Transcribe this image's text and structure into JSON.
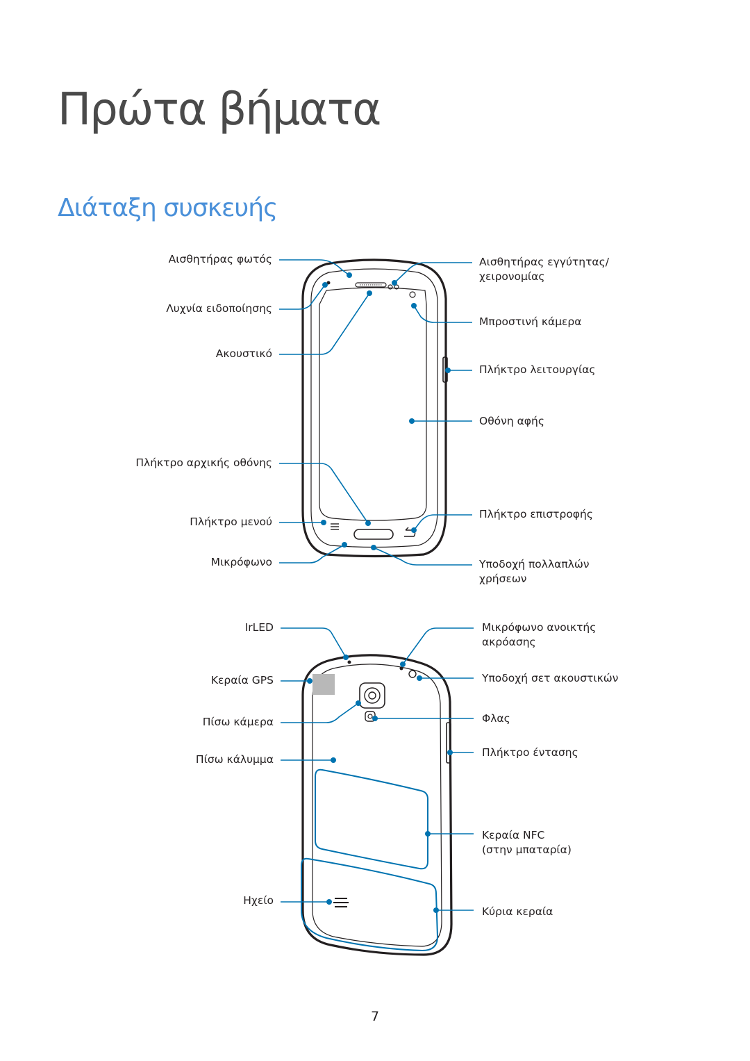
{
  "chapter_title": "Πρώτα βήματα",
  "section_title": "Διάταξη συσκευής",
  "front_labels": {
    "light_sensor": "Αισθητήρας φωτός",
    "notification_led": "Λυχνία ειδοποίησης",
    "earpiece": "Ακουστικό",
    "home_key": "Πλήκτρο αρχικής οθόνης",
    "menu_key": "Πλήκτρο μενού",
    "microphone": "Μικρόφωνο",
    "proximity_sensor_1": "Αισθητήρας εγγύτητας/",
    "proximity_sensor_2": "χειρονομίας",
    "front_camera": "Μπροστινή κάμερα",
    "power_key": "Πλήκτρο λειτουργίας",
    "touch_screen": "Οθόνη αφής",
    "back_key": "Πλήκτρο επιστροφής",
    "multipurpose_jack_1": "Υποδοχή πολλαπλών",
    "multipurpose_jack_2": "χρήσεων"
  },
  "rear_labels": {
    "irled": "IrLED",
    "gps_antenna": "Κεραία GPS",
    "rear_camera": "Πίσω κάμερα",
    "back_cover": "Πίσω κάλυμμα",
    "speaker": "Ηχείο",
    "speaker_mic_1": "Μικρόφωνο ανοικτής",
    "speaker_mic_2": "ακρόασης",
    "headset_jack": "Υποδοχή σετ ακουστικών",
    "flash": "Φλας",
    "volume_key": "Πλήκτρο έντασης",
    "nfc_antenna_1": "Κεραία NFC",
    "nfc_antenna_2": "(στην μπαταρία)",
    "main_antenna": "Κύρια κεραία"
  },
  "page_number": "7",
  "colors": {
    "callout": "#0073b0",
    "device_outline": "#231f20",
    "heading_blue": "#4a90d9",
    "chapter_gray": "#4a4a4a"
  }
}
